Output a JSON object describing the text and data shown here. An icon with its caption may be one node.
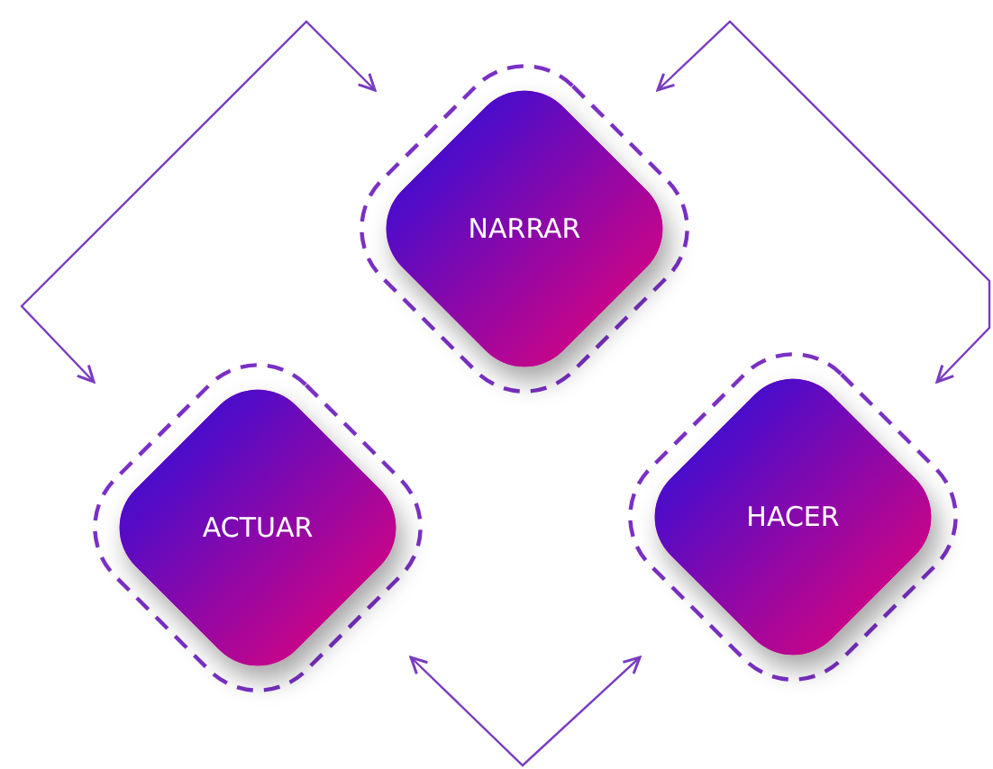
{
  "diagram": {
    "nodes": [
      {
        "text": [
          "NARRAR"
        ]
      },
      {
        "text": [
          "ACTUAR"
        ]
      },
      {
        "text": [
          "HACER"
        ]
      }
    ],
    "edges": [
      {
        "from": 1,
        "to": 0,
        "arrow": "both"
      },
      {
        "from": 0,
        "to": 2,
        "arrow": "both"
      },
      {
        "from": 1,
        "to": 2,
        "arrow": "both"
      }
    ]
  }
}
